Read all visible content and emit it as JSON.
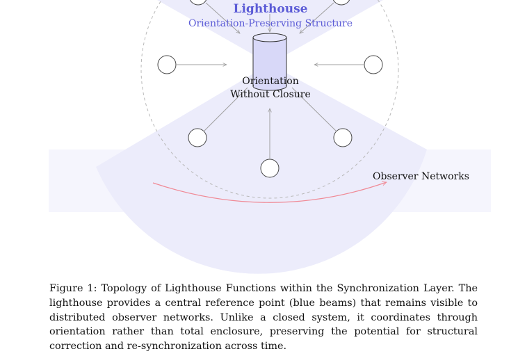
{
  "diagram": {
    "title": "Lighthouse",
    "subtitle": "Orientation-Preserving Structure",
    "center_label_line1": "Orientation",
    "center_label_line2": "Without Closure",
    "observer_label": "Observer Networks"
  },
  "caption": {
    "text": "Figure 1: Topology of Lighthouse Functions within the Synchronization Layer. The lighthouse provides a central reference point (blue beams) that remains visible to distributed observer networks. Unlike a closed system, it coordinates through orientation rather than total enclosure, preserving the potential for structural correction and re-synchronization across time."
  },
  "colors": {
    "beam": "#ececfb",
    "accent": "#5b5bd6",
    "tower_fill": "#d8d8f8",
    "arrow": "#a0a0a0",
    "trajectory": "#f08a96"
  }
}
